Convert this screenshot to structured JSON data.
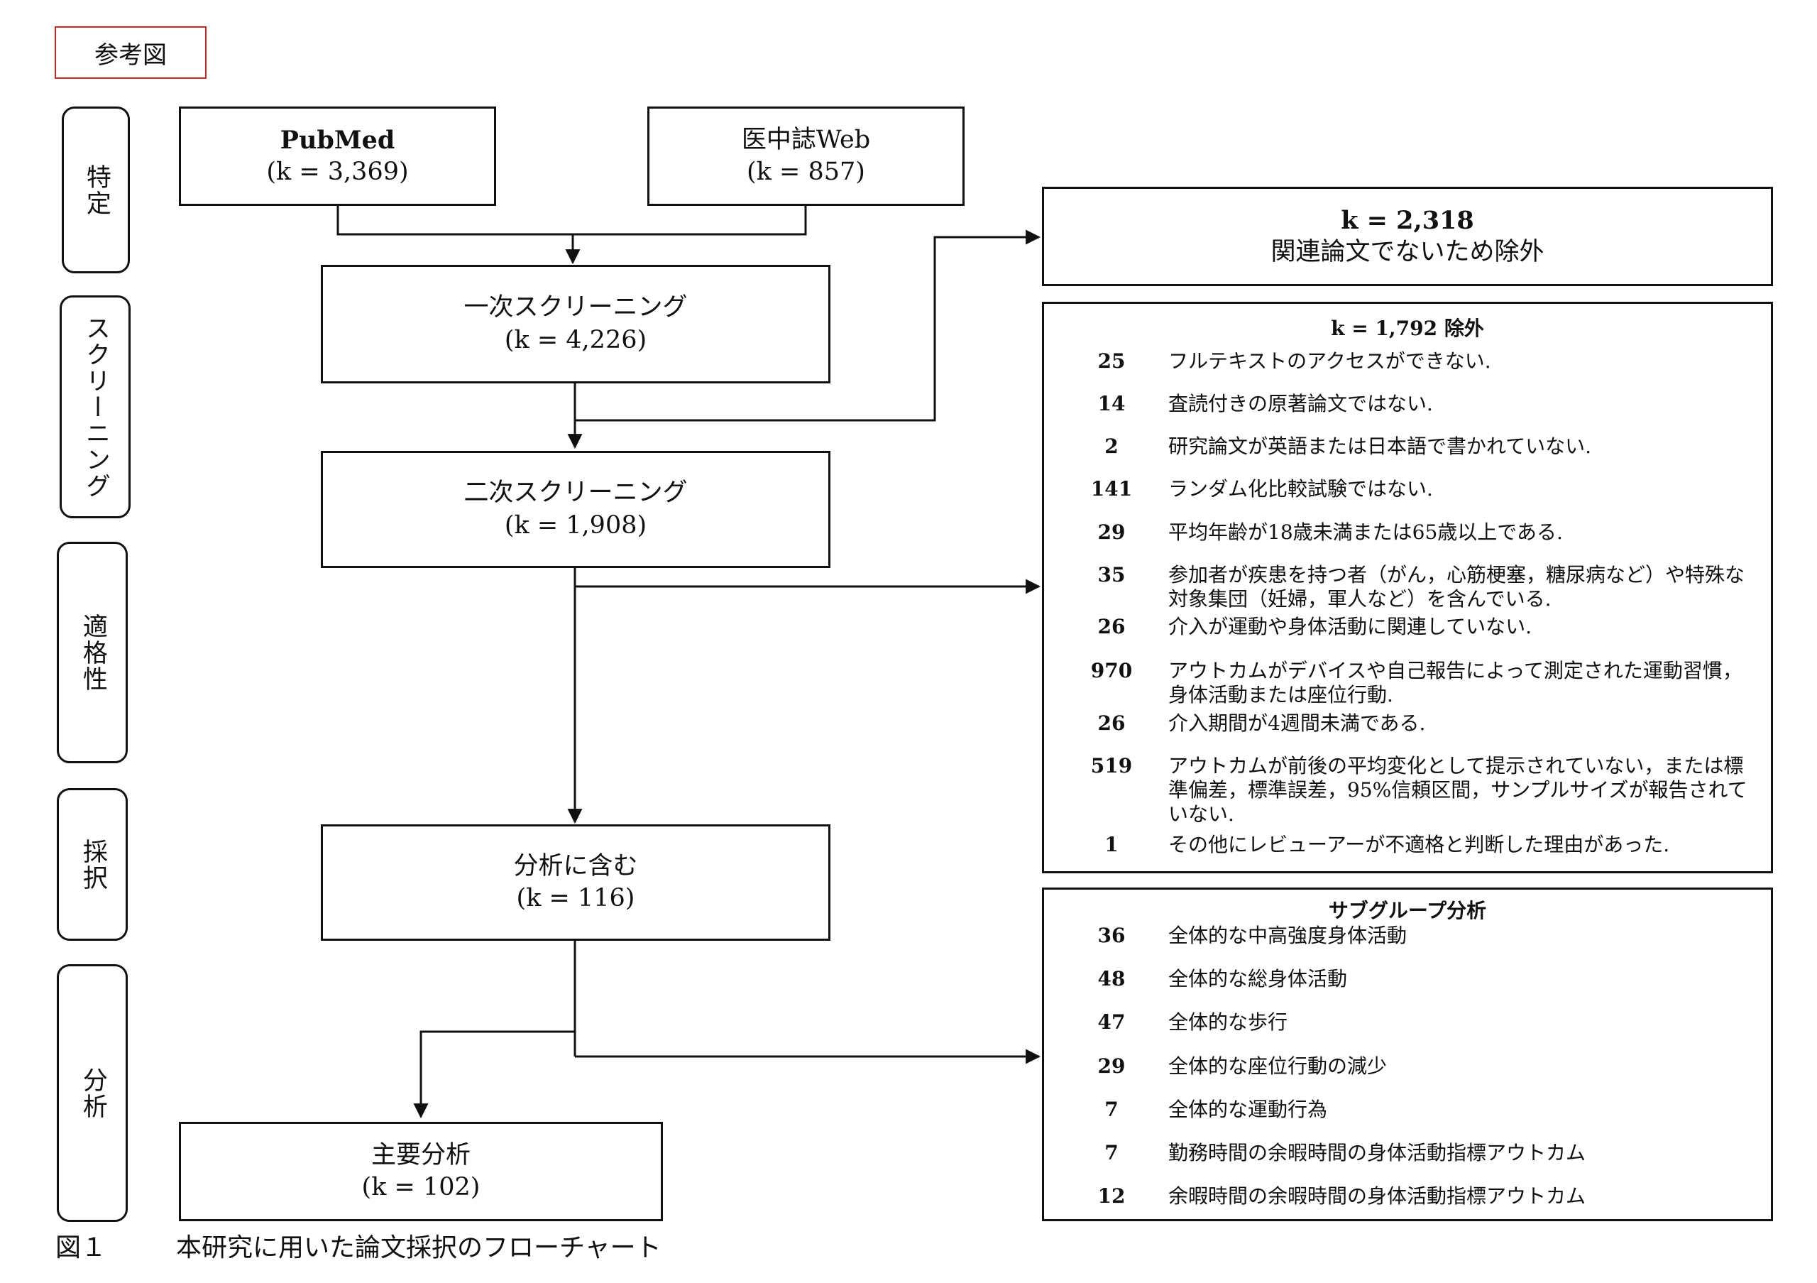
{
  "header_tag": "参考図",
  "stages": [
    "特定",
    "スクリーニング",
    "適格性",
    "採択",
    "分析"
  ],
  "sources": [
    {
      "title": "PubMed",
      "count": "(k = 3,369)"
    },
    {
      "title": "医中誌Web",
      "count": "(k = 857)"
    }
  ],
  "flow": {
    "screening1": {
      "title": "一次スクリーニング",
      "count": "(k = 4,226)"
    },
    "screening2": {
      "title": "二次スクリーニング",
      "count": "(k = 1,908)"
    },
    "included": {
      "title": "分析に含む",
      "count": "(k = 116)"
    },
    "main": {
      "title": "主要分析",
      "count": "(k = 102)"
    }
  },
  "exclusion1": {
    "count": "k = 2,318",
    "text": "関連論文でないため除外"
  },
  "exclusion2": {
    "title": "k = 1,792 除外",
    "items": [
      {
        "count": "25",
        "text": "フルテキストのアクセスができない."
      },
      {
        "count": "14",
        "text": "査読付きの原著論文ではない."
      },
      {
        "count": "2",
        "text": "研究論文が英語または日本語で書かれていない."
      },
      {
        "count": "141",
        "text": "ランダム化比較試験ではない."
      },
      {
        "count": "29",
        "text": "平均年齢が18歳未満または65歳以上である."
      },
      {
        "count": "35",
        "text": "参加者が疾患を持つ者（がん，心筋梗塞，糖尿病など）や特殊な対象集団（妊婦，軍人など）を含んでいる."
      },
      {
        "count": "26",
        "text": "介入が運動や身体活動に関連していない."
      },
      {
        "count": "970",
        "text": "アウトカムがデバイスや自己報告によって測定された運動習慣，身体活動または座位行動."
      },
      {
        "count": "26",
        "text": "介入期間が4週間未満である."
      },
      {
        "count": "519",
        "text": "アウトカムが前後の平均変化として提示されていない，または標準偏差，標準誤差，95%信頼区間，サンプルサイズが報告されていない."
      },
      {
        "count": "1",
        "text": "その他にレビューアーが不適格と判断した理由があった."
      }
    ]
  },
  "subgroup": {
    "title": "サブグループ分析",
    "items": [
      {
        "count": "36",
        "text": "全体的な中高強度身体活動"
      },
      {
        "count": "48",
        "text": "全体的な総身体活動"
      },
      {
        "count": "47",
        "text": "全体的な歩行"
      },
      {
        "count": "29",
        "text": "全体的な座位行動の減少"
      },
      {
        "count": "7",
        "text": "全体的な運動行為"
      },
      {
        "count": "7",
        "text": "勤務時間の余暇時間の身体活動指標アウトカム"
      },
      {
        "count": "12",
        "text": "余暇時間の余暇時間の身体活動指標アウトカム"
      }
    ]
  },
  "caption": {
    "number": "図１",
    "text": "本研究に用いた論文採択のフローチャート"
  }
}
